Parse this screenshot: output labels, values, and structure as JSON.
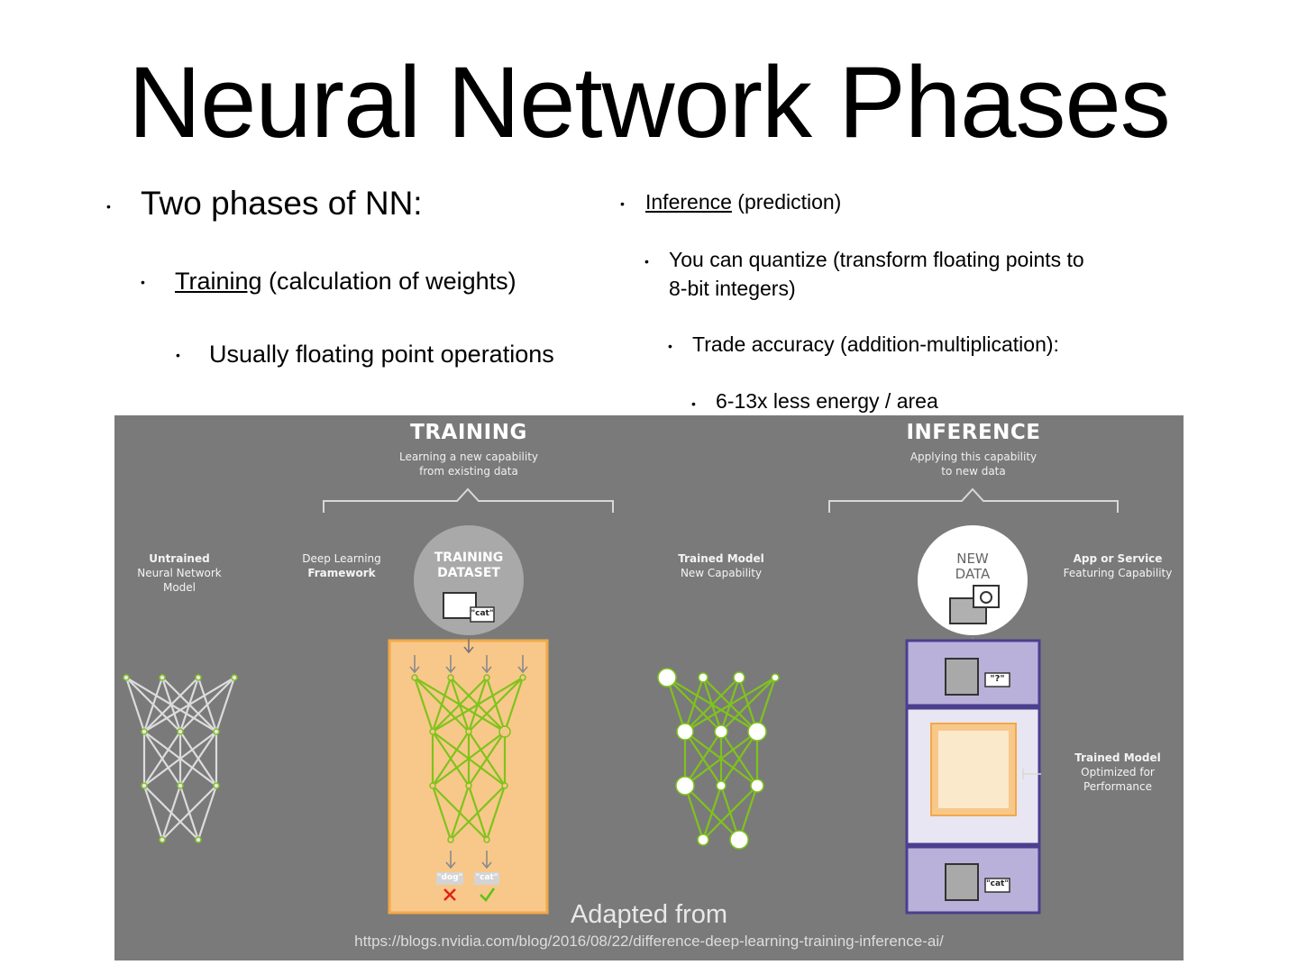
{
  "slide": {
    "title": "Neural Network Phases",
    "left": {
      "b1": "Two phases of NN:",
      "b2_u": "Training",
      "b2_rest": " (calculation of weights)",
      "b3": "Usually floating point operations"
    },
    "right": {
      "b1_u": "Inference",
      "b1_rest": " (prediction)",
      "b2_line1": "You can quantize (transform floating points to",
      "b2_line2": "8-bit integers)",
      "b3": "Trade accuracy (addition-multiplication):",
      "b4": "6-13x less energy / area"
    },
    "bullet_glyph": "•"
  },
  "figure": {
    "training_header": "TRAINING",
    "training_sub1": "Learning a new capability",
    "training_sub2": "from existing data",
    "inference_header": "INFERENCE",
    "inference_sub1": "Applying this capability",
    "inference_sub2": "to new data",
    "untrained_l1": "Untrained",
    "untrained_l2": "Neural Network",
    "untrained_l3": "Model",
    "dl_l1": "Deep Learning",
    "dl_l2": "Framework",
    "dataset_l1": "TRAINING",
    "dataset_l2": "DATASET",
    "trained_l1": "Trained Model",
    "trained_l2": "New Capability",
    "newdata_l1": "NEW",
    "newdata_l2": "DATA",
    "app_l1": "App or Service",
    "app_l2": "Featuring Capability",
    "optimized_l1": "Trained Model",
    "optimized_l2": "Optimized for",
    "optimized_l3": "Performance",
    "cat_tag": "\"cat\"",
    "dog_tag": "\"dog\"",
    "question_tag": "\"?\"",
    "caption": "Adapted from",
    "url": "https://blogs.nvidia.com/blog/2016/08/22/difference-deep-learning-training-inference-ai/",
    "colors": {
      "background": "#7a7a7a",
      "green": "#7fc31c",
      "orange": "#f7c98a",
      "purple": "#4b3f8f"
    }
  }
}
